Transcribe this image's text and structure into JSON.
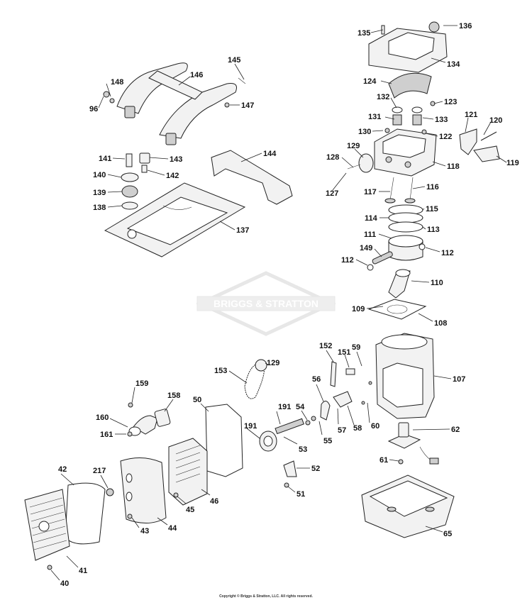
{
  "watermark": {
    "brand_text": "BRIGGS & STRATTON"
  },
  "copyright": "Copyright © Briggs & Stratton, LLC. All rights reserved.",
  "callouts": [
    {
      "id": "135",
      "label": "135"
    },
    {
      "id": "136",
      "label": "136"
    },
    {
      "id": "134",
      "label": "134"
    },
    {
      "id": "145",
      "label": "145"
    },
    {
      "id": "148",
      "label": "148"
    },
    {
      "id": "146",
      "label": "146"
    },
    {
      "id": "96",
      "label": "96"
    },
    {
      "id": "147",
      "label": "147"
    },
    {
      "id": "124",
      "label": "124"
    },
    {
      "id": "132",
      "label": "132"
    },
    {
      "id": "123",
      "label": "123"
    },
    {
      "id": "131",
      "label": "131"
    },
    {
      "id": "133",
      "label": "133"
    },
    {
      "id": "121",
      "label": "121"
    },
    {
      "id": "120",
      "label": "120"
    },
    {
      "id": "130",
      "label": "130"
    },
    {
      "id": "122",
      "label": "122"
    },
    {
      "id": "129a",
      "label": "129"
    },
    {
      "id": "128",
      "label": "128"
    },
    {
      "id": "118",
      "label": "118"
    },
    {
      "id": "119",
      "label": "119"
    },
    {
      "id": "127",
      "label": "127"
    },
    {
      "id": "117",
      "label": "117"
    },
    {
      "id": "116",
      "label": "116"
    },
    {
      "id": "141",
      "label": "141"
    },
    {
      "id": "143",
      "label": "143"
    },
    {
      "id": "144",
      "label": "144"
    },
    {
      "id": "140",
      "label": "140"
    },
    {
      "id": "142",
      "label": "142"
    },
    {
      "id": "139",
      "label": "139"
    },
    {
      "id": "138",
      "label": "138"
    },
    {
      "id": "137",
      "label": "137"
    },
    {
      "id": "115",
      "label": "115"
    },
    {
      "id": "114",
      "label": "114"
    },
    {
      "id": "113",
      "label": "113"
    },
    {
      "id": "111",
      "label": "111"
    },
    {
      "id": "149",
      "label": "149"
    },
    {
      "id": "112a",
      "label": "112"
    },
    {
      "id": "112b",
      "label": "112"
    },
    {
      "id": "110",
      "label": "110"
    },
    {
      "id": "109",
      "label": "109"
    },
    {
      "id": "108",
      "label": "108"
    },
    {
      "id": "152",
      "label": "152"
    },
    {
      "id": "59",
      "label": "59"
    },
    {
      "id": "151",
      "label": "151"
    },
    {
      "id": "153",
      "label": "153"
    },
    {
      "id": "129b",
      "label": "129"
    },
    {
      "id": "107",
      "label": "107"
    },
    {
      "id": "159",
      "label": "159"
    },
    {
      "id": "158",
      "label": "158"
    },
    {
      "id": "50",
      "label": "50"
    },
    {
      "id": "56",
      "label": "56"
    },
    {
      "id": "160",
      "label": "160"
    },
    {
      "id": "191a",
      "label": "191"
    },
    {
      "id": "54",
      "label": "54"
    },
    {
      "id": "191b",
      "label": "191"
    },
    {
      "id": "161",
      "label": "161"
    },
    {
      "id": "57",
      "label": "57"
    },
    {
      "id": "58",
      "label": "58"
    },
    {
      "id": "60",
      "label": "60"
    },
    {
      "id": "62",
      "label": "62"
    },
    {
      "id": "55",
      "label": "55"
    },
    {
      "id": "53",
      "label": "53"
    },
    {
      "id": "61",
      "label": "61"
    },
    {
      "id": "42",
      "label": "42"
    },
    {
      "id": "217",
      "label": "217"
    },
    {
      "id": "52",
      "label": "52"
    },
    {
      "id": "51",
      "label": "51"
    },
    {
      "id": "46",
      "label": "46"
    },
    {
      "id": "45",
      "label": "45"
    },
    {
      "id": "43",
      "label": "43"
    },
    {
      "id": "44",
      "label": "44"
    },
    {
      "id": "65",
      "label": "65"
    },
    {
      "id": "41",
      "label": "41"
    },
    {
      "id": "40",
      "label": "40"
    }
  ]
}
